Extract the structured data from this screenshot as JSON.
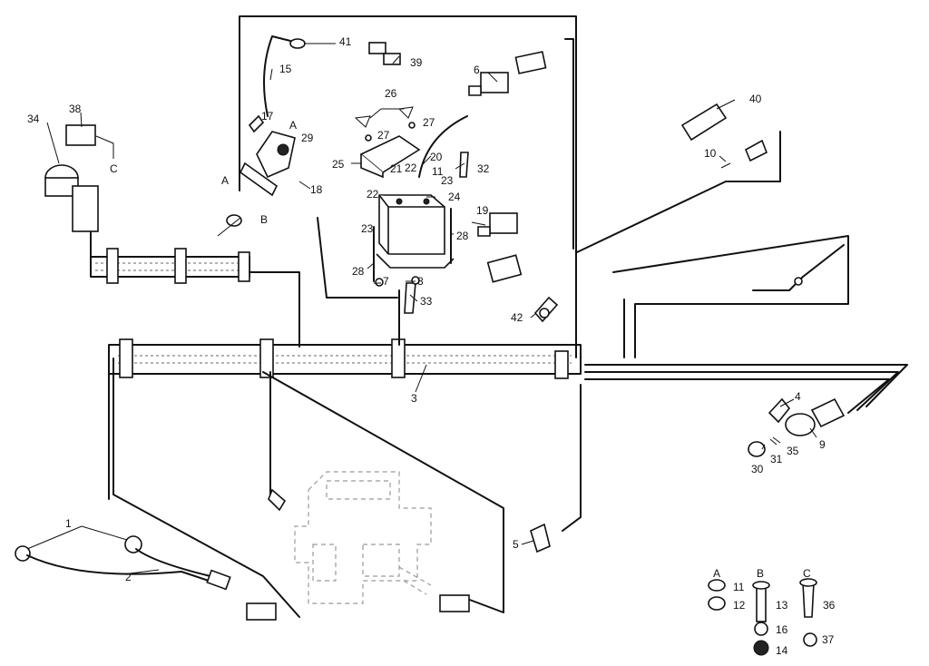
{
  "callouts": [
    "1",
    "2",
    "3",
    "4",
    "5",
    "6",
    "7",
    "8",
    "9",
    "10",
    "11",
    "11",
    "12",
    "13",
    "14",
    "15",
    "16",
    "17",
    "18",
    "19",
    "20",
    "21",
    "22",
    "22",
    "23",
    "23",
    "24",
    "25",
    "26",
    "27",
    "27",
    "28",
    "28",
    "29",
    "30",
    "31",
    "32",
    "33",
    "34",
    "35",
    "36",
    "37",
    "38",
    "39",
    "40",
    "41",
    "42"
  ],
  "letters": [
    "A",
    "A",
    "A",
    "B",
    "B",
    "C",
    "C"
  ]
}
